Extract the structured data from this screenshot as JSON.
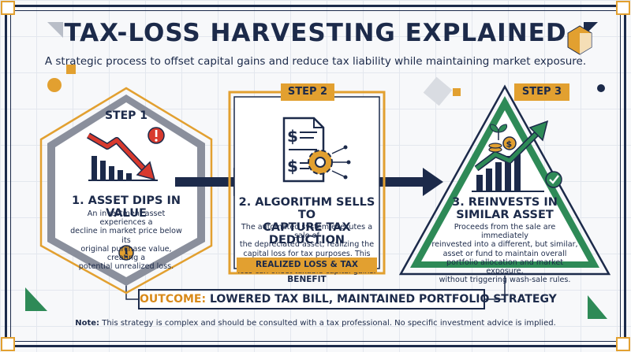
{
  "header": {
    "title": "TAX-LOSS HARVESTING EXPLAINED",
    "subtitle": "A strategic process to offset capital gains and reduce tax liability while maintaining market exposure."
  },
  "steps": [
    {
      "label": "STEP 1",
      "heading_line1": "1. ASSET DIPS IN VALUE",
      "body_lines": [
        "An investment asset experiences a",
        "decline in market price below its",
        "original purchase value, creating a",
        "potential unrealized loss."
      ],
      "icon": "falling-chart-icon"
    },
    {
      "label": "STEP 2",
      "heading_line1": "2. ALGORITHM SELLS TO",
      "heading_line2": "CAPTURE TAX DEDUCTION",
      "body_lines": [
        "The automated system executes a sale of",
        "the depreciated asset, realizing the",
        "capital loss for tax purposes. This realized",
        "loss can offset taxable capital gains."
      ],
      "band": "REALIZED LOSS & TAX BENEFIT",
      "icon": "document-gear-icon"
    },
    {
      "label": "STEP 3",
      "heading_line1": "3. REINVESTS IN",
      "heading_line2": "SIMILAR ASSET",
      "body_lines": [
        "Proceeds from the sale are immediately",
        "reinvested into a different, but similar,",
        "asset or fund to maintain overall",
        "portfolio allocation and market exposure,",
        "without triggering wash-sale rules."
      ],
      "icon": "growth-chart-icon"
    }
  ],
  "outcome": {
    "lead": "OUTCOME:",
    "text": "LOWERED TAX BILL, MAINTAINED PORTFOLIO STRATEGY"
  },
  "note": {
    "lead": "Note:",
    "text": "This strategy is complex and should be consulted with a tax professional. No specific investment advice is implied."
  },
  "colors": {
    "navy": "#1c2a4a",
    "orange": "#e2a030",
    "green": "#2e8a57",
    "red": "#d83a2e",
    "gray": "#7d8290"
  }
}
